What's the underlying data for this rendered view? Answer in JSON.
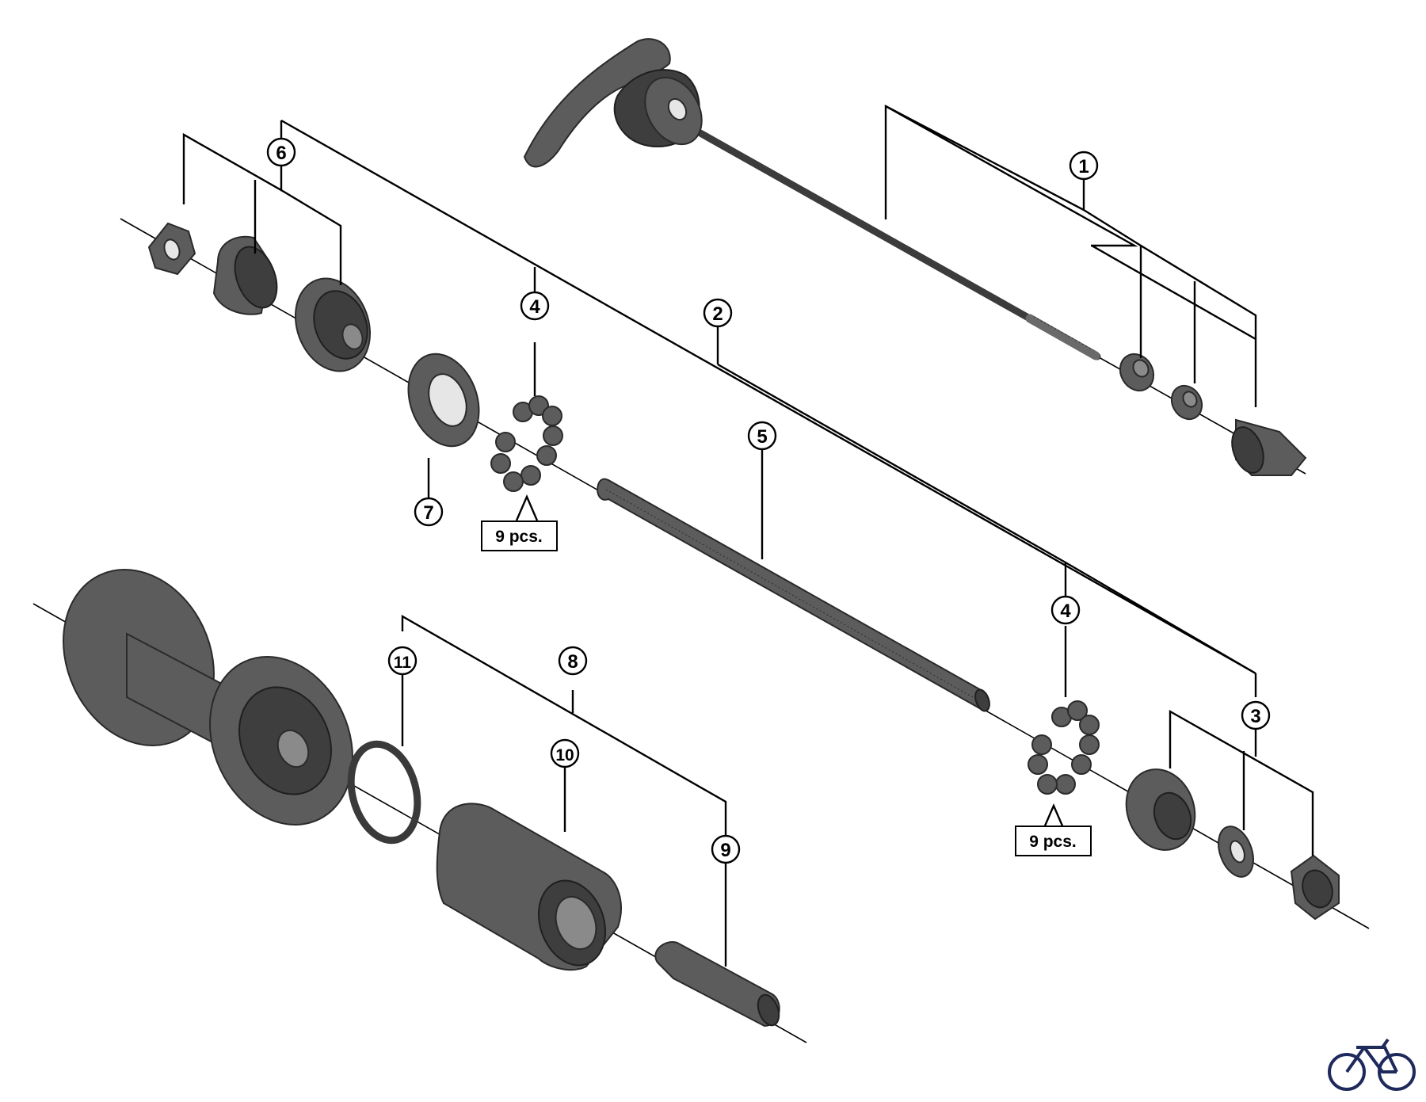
{
  "callouts": {
    "c1": "1",
    "c2": "2",
    "c3": "3",
    "c4a": "4",
    "c4b": "4",
    "c5": "5",
    "c6": "6",
    "c7": "7",
    "c8": "8",
    "c9": "9",
    "c10": "10",
    "c11": "11"
  },
  "quantity_labels": {
    "upper": "9 pcs.",
    "lower": "9 pcs."
  },
  "logo": {
    "icon": "bicycle-icon"
  }
}
